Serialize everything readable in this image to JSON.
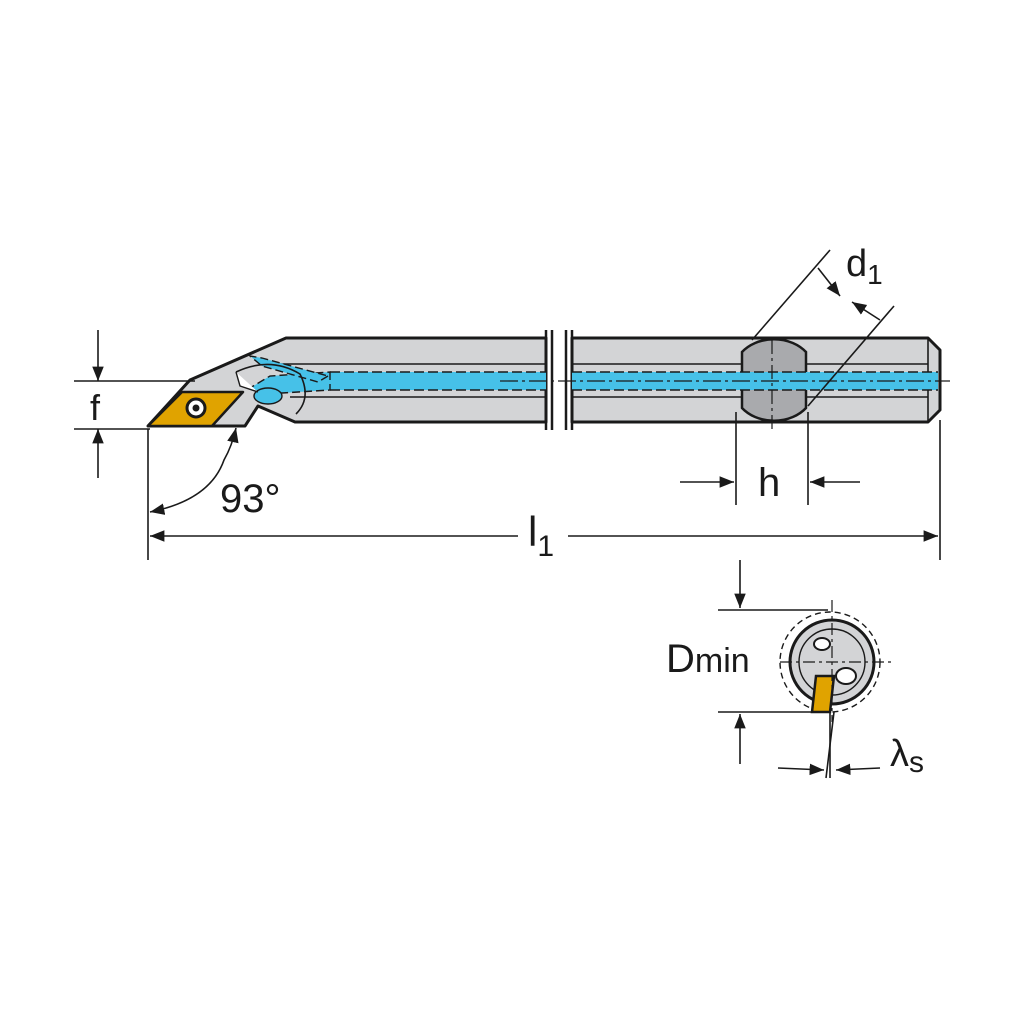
{
  "labels": {
    "f": "f",
    "angle": "93°",
    "l": "l",
    "l_sub": "1",
    "h": "h",
    "d": "d",
    "d_sub": "1",
    "D": "D",
    "D_sub": "min",
    "lambda": "λ",
    "lambda_sub": "s"
  },
  "colors": {
    "body": "#d3d4d6",
    "body_dark": "#b9babd",
    "outline": "#1a1a1a",
    "coolant": "#46c1e8",
    "insert": "#e0a300",
    "dim_line": "#1a1a1a"
  }
}
